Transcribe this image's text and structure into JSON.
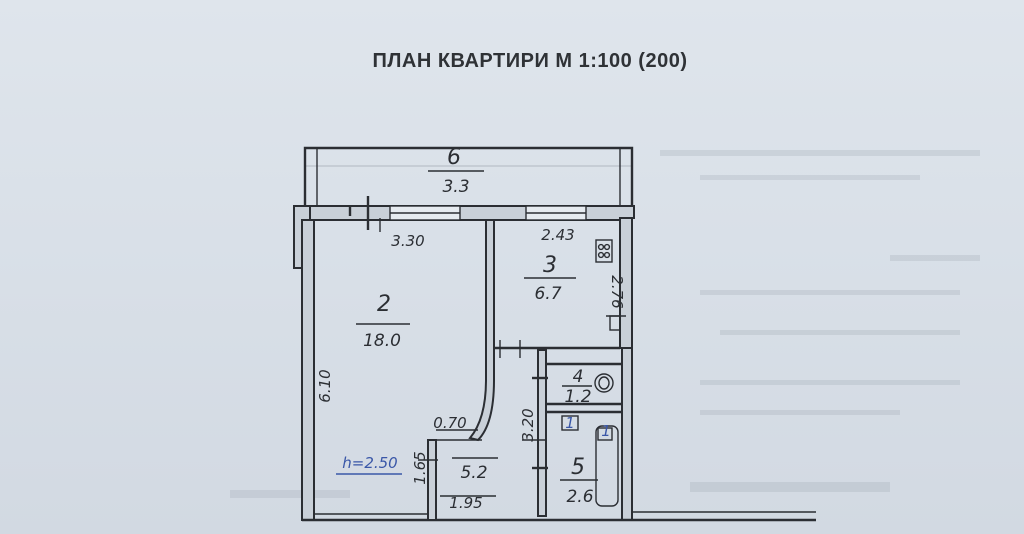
{
  "title": "ПЛАН КВАРТИРИ М 1:100 (200)",
  "rooms": [
    {
      "number": "6",
      "area": "3.3"
    },
    {
      "number": "2",
      "area": "18.0"
    },
    {
      "number": "3",
      "area": "6.7"
    },
    {
      "number": "4",
      "area": "1.2"
    },
    {
      "number": "",
      "area": "5.2"
    },
    {
      "number": "5",
      "area": "2.6"
    }
  ],
  "dimensions": {
    "room2_width": "3.30",
    "room3_width": "2.43",
    "room3_depth": "2.76",
    "room2_depth": "6.10",
    "hall_opening": "0.70",
    "hall_depth": "3.20",
    "hall_short": "1.65",
    "hall_width": "1.95"
  },
  "ceiling_height": "h=2.50",
  "fixture_labels": [
    "1"
  ]
}
